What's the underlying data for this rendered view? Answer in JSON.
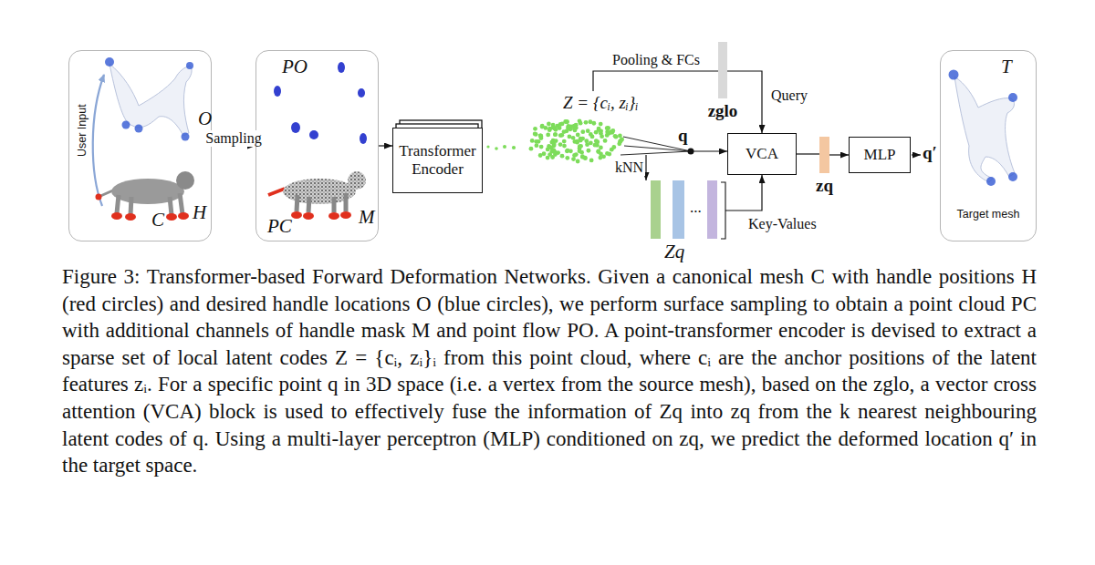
{
  "diagram": {
    "caption": "Figure 3: Transformer-based Forward Deformation Networks. Given a canonical mesh C with handle positions H (red circles) and desired handle locations O (blue circles), we perform surface sampling to obtain a point cloud PC with additional channels of handle mask M and point flow PO. A point-transformer encoder is devised to extract a sparse set of local latent codes Z = {cᵢ, zᵢ}ᵢ from this point cloud, where cᵢ are the anchor positions of the latent features zᵢ. For a specific point q in 3D space (i.e. a vertex from the source mesh), based on the zglo, a vector cross attention (VCA) block is used to effectively fuse the information of Zq into zq from the k nearest neighbouring latent codes of q. Using a multi-layer perceptron (MLP) conditioned on zq, we predict the deformed location q′ in the target space.",
    "nodes": [
      {
        "text": [
          "User Input",
          "O",
          "H",
          "C"
        ]
      },
      {
        "text": [
          "PO",
          "PC",
          "M"
        ]
      },
      {
        "text": [
          "Transformer Encoder"
        ]
      },
      {
        "text": [
          "Z = {cᵢ, zᵢ}ᵢ",
          "q"
        ]
      },
      {
        "text": [
          "zglo"
        ]
      },
      {
        "text": [
          "...",
          "Zq"
        ]
      },
      {
        "text": [
          "VCA"
        ]
      },
      {
        "text": [
          "zq"
        ]
      },
      {
        "text": [
          "MLP"
        ]
      },
      {
        "text": [
          "T",
          "Target mesh"
        ]
      }
    ],
    "edges": [
      {
        "from": 0,
        "to": 1,
        "arrow": "to",
        "label": "Sampling"
      },
      {
        "from": 1,
        "to": 2,
        "arrow": "to"
      },
      {
        "from": 3,
        "to": 4,
        "arrow": "none",
        "label": "Pooling & FCs"
      },
      {
        "from": 4,
        "to": 6,
        "arrow": "to",
        "label": "Query"
      },
      {
        "from": 3,
        "to": 6,
        "arrow": "to"
      },
      {
        "from": 3,
        "to": 5,
        "arrow": "to",
        "label": "kNN"
      },
      {
        "from": 5,
        "to": 6,
        "arrow": "to",
        "label": "Key-Values"
      },
      {
        "from": 6,
        "to": 7,
        "arrow": "none"
      },
      {
        "from": 7,
        "to": 8,
        "arrow": "to"
      }
    ],
    "labels": [
      "q′"
    ]
  }
}
